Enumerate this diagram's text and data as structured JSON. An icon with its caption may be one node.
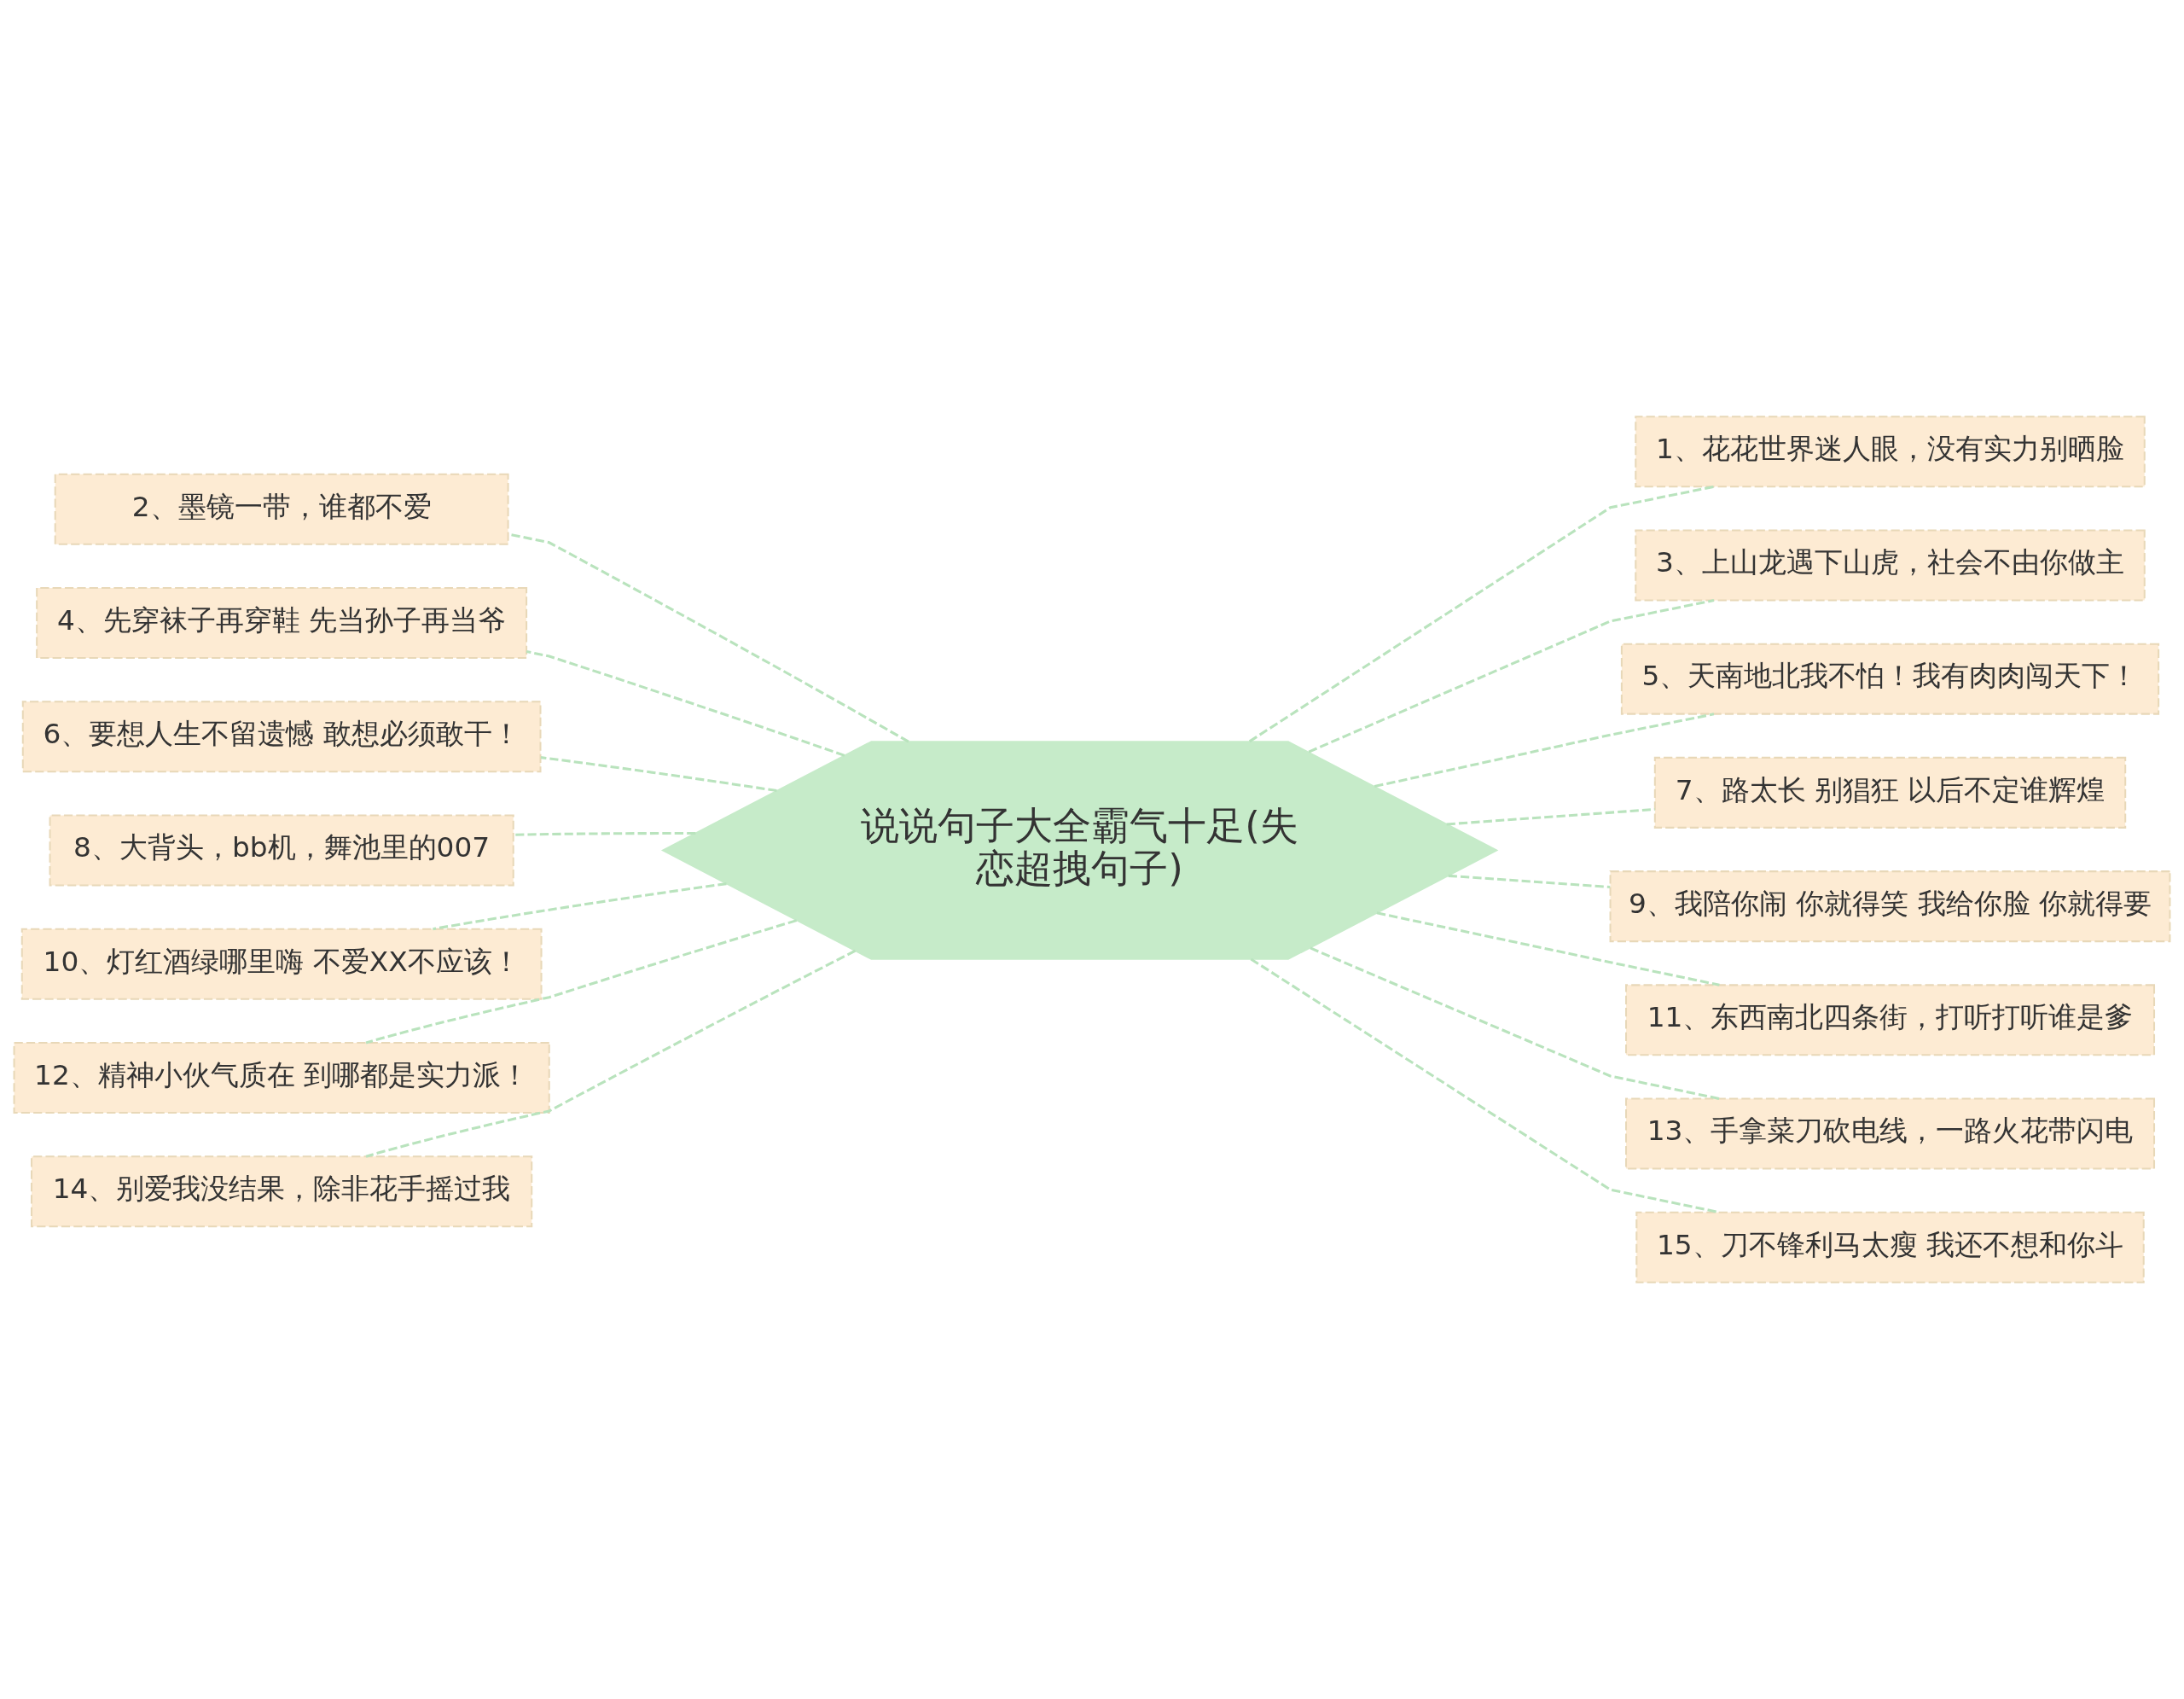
{
  "diagram": {
    "nodes": [
      {
        "text": [
          "说说句子大全霸气十足(失恋超拽句子)"
        ]
      },
      {
        "text": [
          "1、花花世界迷人眼，没有实力别晒脸"
        ]
      },
      {
        "text": [
          "2、墨镜一带，谁都不爱"
        ]
      },
      {
        "text": [
          "3、上山龙遇下山虎，社会不由你做主"
        ]
      },
      {
        "text": [
          "4、先穿袜子再穿鞋 先当孙子再当爷"
        ]
      },
      {
        "text": [
          "5、天南地北我不怕！我有肉肉闯天下！"
        ]
      },
      {
        "text": [
          "6、要想人生不留遗憾 敢想必须敢干！"
        ]
      },
      {
        "text": [
          "7、路太长 别猖狂 以后不定谁辉煌"
        ]
      },
      {
        "text": [
          "8、大背头，bb机，舞池里的007"
        ]
      },
      {
        "text": [
          "9、我陪你闹 你就得笑 我给你脸 你就得要"
        ]
      },
      {
        "text": [
          "10、灯红酒绿哪里嗨 不爱XX不应该！"
        ]
      },
      {
        "text": [
          "11、东西南北四条街，打听打听谁是爹"
        ]
      },
      {
        "text": [
          "12、精神小伙气质在 到哪都是实力派！"
        ]
      },
      {
        "text": [
          "13、手拿菜刀砍电线，一路火花带闪电"
        ]
      },
      {
        "text": [
          "14、别爱我没结果，除非花手摇过我"
        ]
      },
      {
        "text": [
          "15、刀不锋利马太瘦 我还不想和你斗"
        ]
      }
    ],
    "edges": [
      {
        "from": 0,
        "to": 1,
        "arrow": "none",
        "style": "dashed"
      },
      {
        "from": 0,
        "to": 2,
        "arrow": "none",
        "style": "dashed"
      },
      {
        "from": 0,
        "to": 3,
        "arrow": "none",
        "style": "dashed"
      },
      {
        "from": 0,
        "to": 4,
        "arrow": "none",
        "style": "dashed"
      },
      {
        "from": 0,
        "to": 5,
        "arrow": "none",
        "style": "dashed"
      },
      {
        "from": 0,
        "to": 6,
        "arrow": "none",
        "style": "dashed"
      },
      {
        "from": 0,
        "to": 7,
        "arrow": "none",
        "style": "dashed"
      },
      {
        "from": 0,
        "to": 8,
        "arrow": "none",
        "style": "dashed"
      },
      {
        "from": 0,
        "to": 9,
        "arrow": "none",
        "style": "dashed"
      },
      {
        "from": 0,
        "to": 10,
        "arrow": "none",
        "style": "dashed"
      },
      {
        "from": 0,
        "to": 11,
        "arrow": "none",
        "style": "dashed"
      },
      {
        "from": 0,
        "to": 12,
        "arrow": "none",
        "style": "dashed"
      },
      {
        "from": 0,
        "to": 13,
        "arrow": "none",
        "style": "dashed"
      },
      {
        "from": 0,
        "to": 14,
        "arrow": "none",
        "style": "dashed"
      },
      {
        "from": 0,
        "to": 15,
        "arrow": "none",
        "style": "dashed"
      }
    ]
  }
}
